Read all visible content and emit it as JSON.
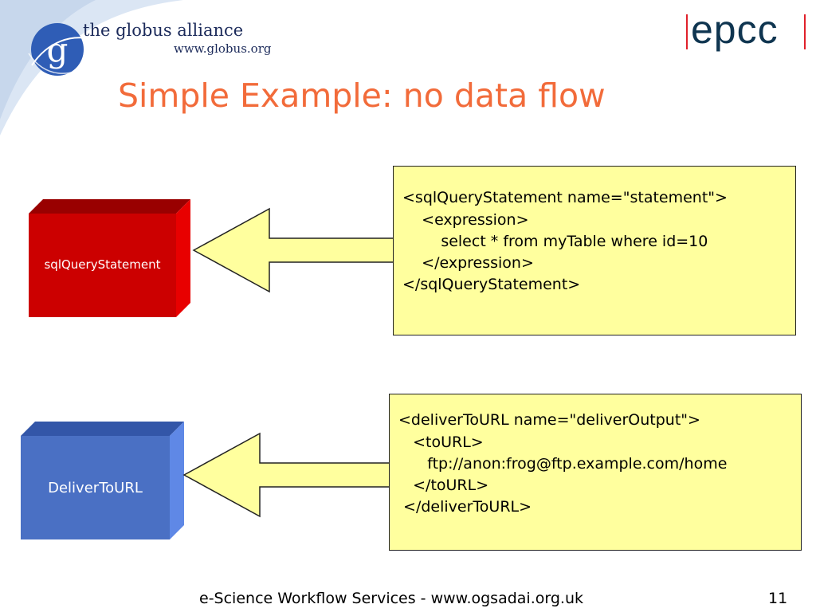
{
  "header": {
    "logo_left": {
      "org_name": "the globus alliance",
      "url": "www.globus.org",
      "mark_letter": "g"
    },
    "logo_right": {
      "text": "epcc"
    },
    "title": "Simple Example: no data flow"
  },
  "diagram": {
    "blocks": [
      {
        "label": "sqlQueryStatement",
        "color": "#cc0000",
        "top_color": "#990000",
        "side_color": "#e80000"
      },
      {
        "label": "DeliverToURL",
        "color": "#4a70c4",
        "top_color": "#3356a8",
        "side_color": "#5f88e6"
      }
    ],
    "arrow_color": "#ffff9e",
    "code_boxes": [
      {
        "lines": [
          "<sqlQueryStatement name=\"statement\">",
          "    <expression>",
          "        select * from myTable where id=10",
          "    </expression>",
          "</sqlQueryStatement>"
        ]
      },
      {
        "lines": [
          "<deliverToURL name=\"deliverOutput\">",
          "   <toURL>",
          "      ftp://anon:frog@ftp.example.com/home",
          "   </toURL>",
          " </deliverToURL>"
        ]
      }
    ]
  },
  "footer": {
    "text": "e-Science Workflow Services - www.ogsadai.org.uk",
    "page_number": "11"
  }
}
